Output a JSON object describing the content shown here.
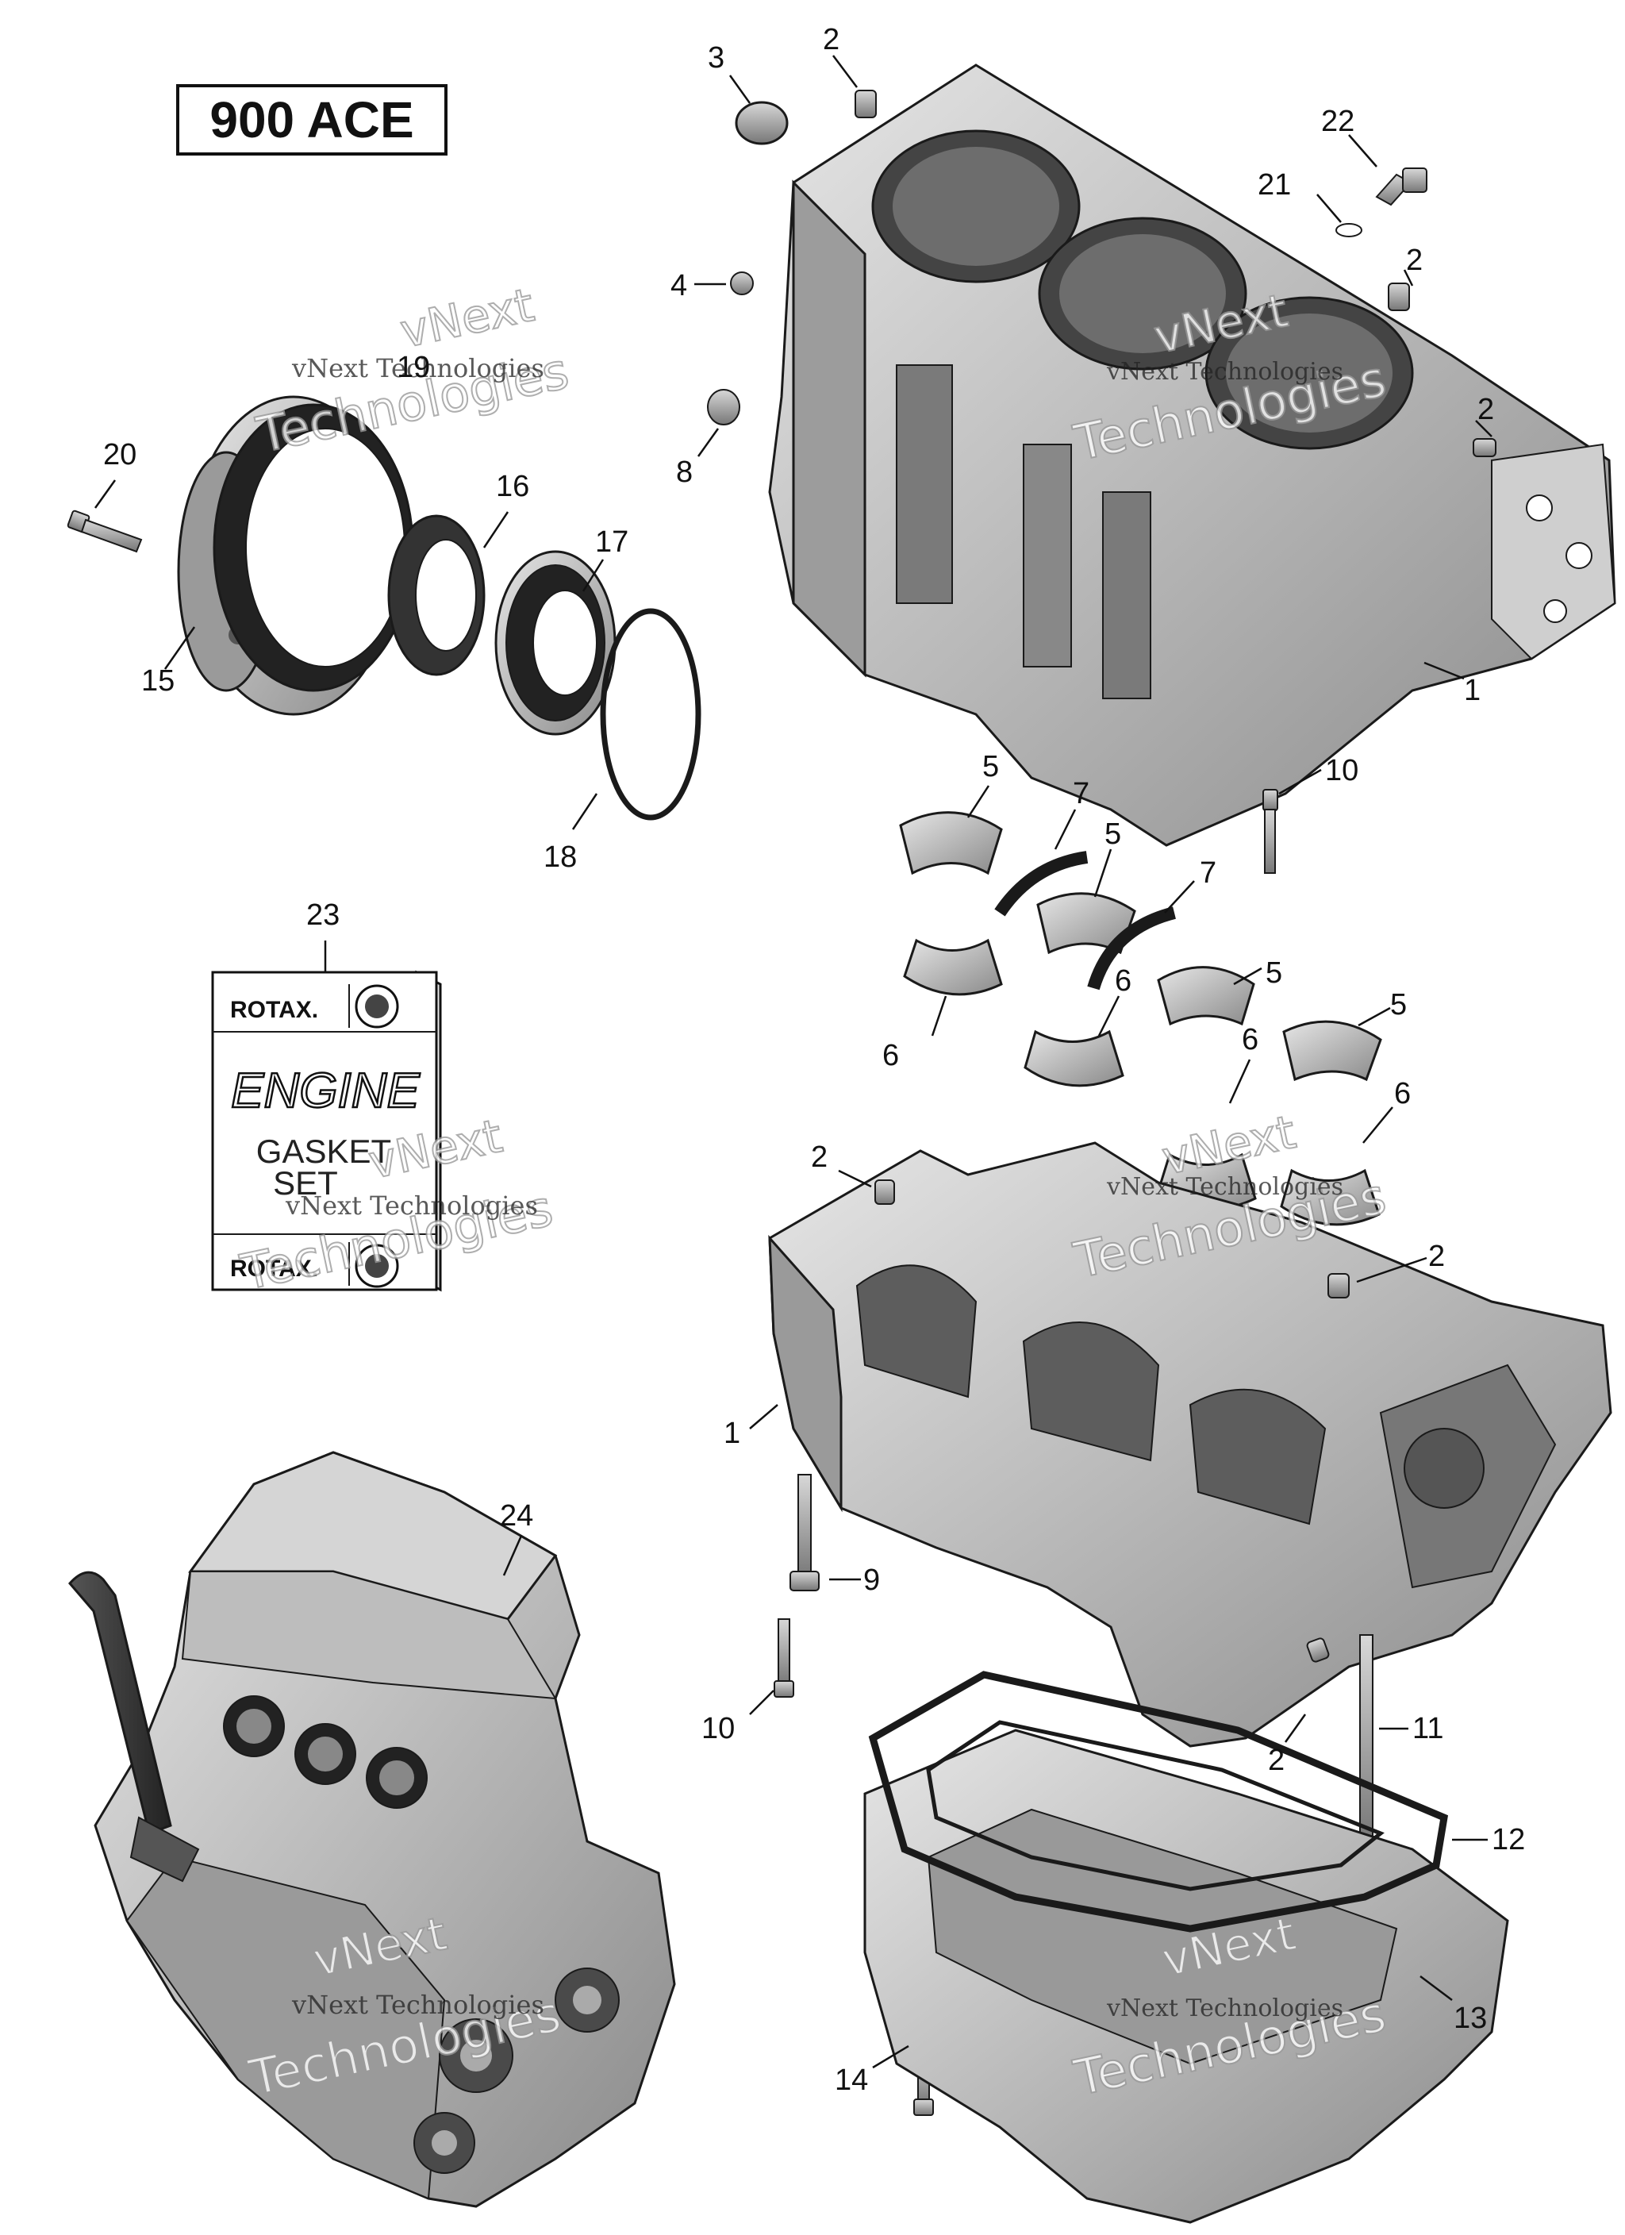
{
  "title": "900 ACE",
  "callouts": [
    {
      "id": "c3",
      "label": "3"
    },
    {
      "id": "c2a",
      "label": "2"
    },
    {
      "id": "c22",
      "label": "22"
    },
    {
      "id": "c21",
      "label": "21"
    },
    {
      "id": "c2b",
      "label": "2"
    },
    {
      "id": "c4",
      "label": "4"
    },
    {
      "id": "c2c",
      "label": "2"
    },
    {
      "id": "c8",
      "label": "8"
    },
    {
      "id": "c19",
      "label": "19"
    },
    {
      "id": "c20",
      "label": "20"
    },
    {
      "id": "c16",
      "label": "16"
    },
    {
      "id": "c17",
      "label": "17"
    },
    {
      "id": "c15",
      "label": "15"
    },
    {
      "id": "c1a",
      "label": "1"
    },
    {
      "id": "c18",
      "label": "18"
    },
    {
      "id": "c10a",
      "label": "10"
    },
    {
      "id": "c5a",
      "label": "5"
    },
    {
      "id": "c7a",
      "label": "7"
    },
    {
      "id": "c5b",
      "label": "5"
    },
    {
      "id": "c7b",
      "label": "7"
    },
    {
      "id": "c5c",
      "label": "5"
    },
    {
      "id": "c6a",
      "label": "6"
    },
    {
      "id": "c6b",
      "label": "6"
    },
    {
      "id": "c23",
      "label": "23"
    },
    {
      "id": "c5d",
      "label": "5"
    },
    {
      "id": "c6c",
      "label": "6"
    },
    {
      "id": "c6d",
      "label": "6"
    },
    {
      "id": "c2d",
      "label": "2"
    },
    {
      "id": "c2e",
      "label": "2"
    },
    {
      "id": "c1b",
      "label": "1"
    },
    {
      "id": "c24",
      "label": "24"
    },
    {
      "id": "c9",
      "label": "9"
    },
    {
      "id": "c10b",
      "label": "10"
    },
    {
      "id": "c11",
      "label": "11"
    },
    {
      "id": "c2f",
      "label": "2"
    },
    {
      "id": "c12",
      "label": "12"
    },
    {
      "id": "c13",
      "label": "13"
    },
    {
      "id": "c14",
      "label": "14"
    }
  ],
  "gasket_set": {
    "brand_top": "ROTAX.",
    "line1": "ENGINE",
    "line2": "GASKET",
    "line3": "SET",
    "brand_bottom": "ROTAX."
  },
  "watermark": {
    "line1": "vNext",
    "line2": "Technologies",
    "small": "vNext Technologies"
  }
}
